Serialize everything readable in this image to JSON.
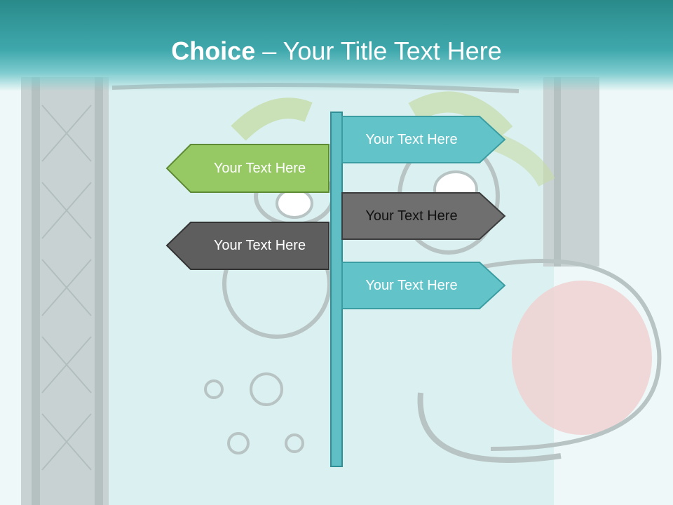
{
  "header": {
    "title_bold": "Choice",
    "title_dash": " – ",
    "title_rest": "Your Title Text Here"
  },
  "signs": [
    {
      "label": "Your Text Here",
      "direction": "right",
      "color": "#62c4c9",
      "text_color": "#ffffff"
    },
    {
      "label": "Your Text Here",
      "direction": "left",
      "color": "#96c964",
      "text_color": "#ffffff"
    },
    {
      "label": "Your Text Here",
      "direction": "right",
      "color": "#6f6f6f",
      "text_color": "#111111"
    },
    {
      "label": "Your Text Here",
      "direction": "left",
      "color": "#5e5e5e",
      "text_color": "#ffffff"
    },
    {
      "label": "Your Text Here",
      "direction": "right",
      "color": "#62c4c9",
      "text_color": "#ffffff"
    }
  ],
  "colors": {
    "header": "#3fa8ac",
    "pole": "#5fbfc4"
  }
}
